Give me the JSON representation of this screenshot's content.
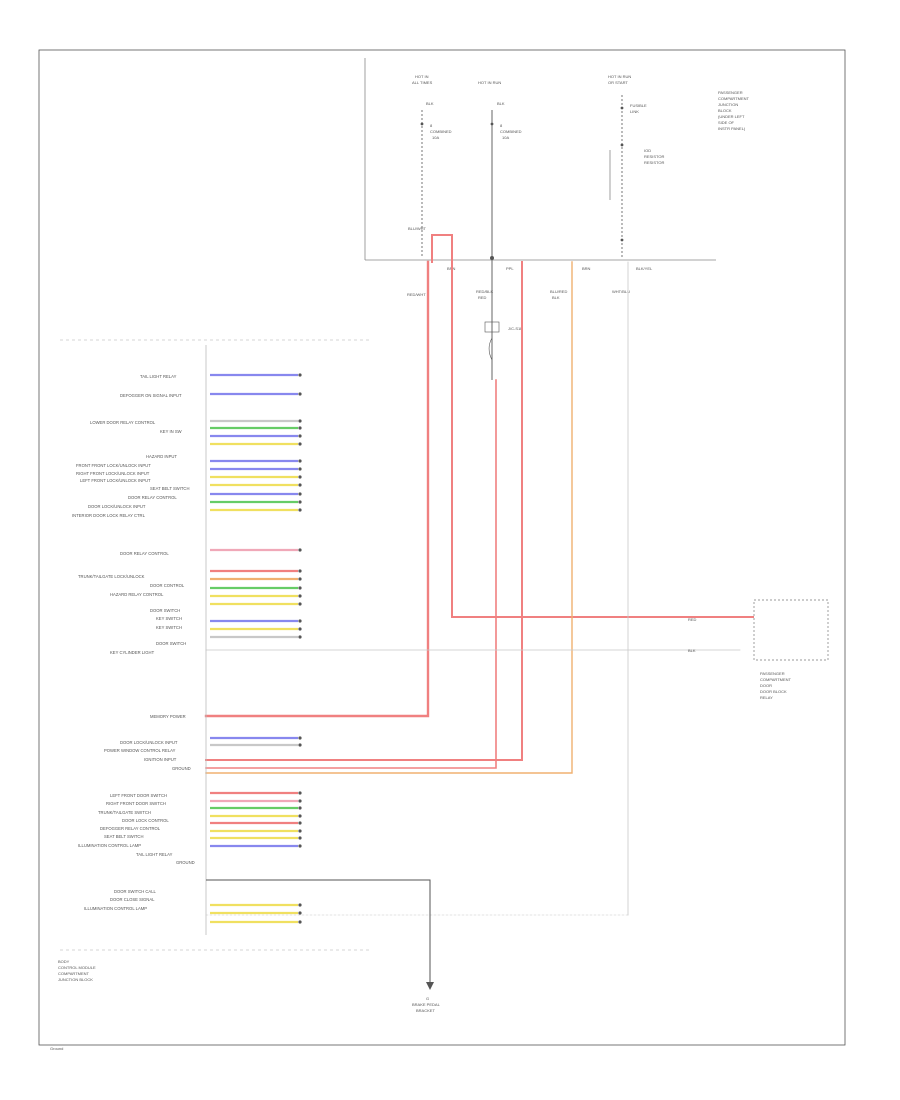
{
  "diagram": {
    "top_fuses": [
      {
        "title_1": "HOT IN",
        "title_2": "ALL TIMES",
        "wire": "BLK",
        "fuse_1": "8",
        "fuse_2": "COMBINED",
        "fuse_3": "10A"
      },
      {
        "title_1": "HOT IN RUN",
        "title_2": "",
        "wire": "BLK",
        "fuse_1": "8",
        "fuse_2": "COMBINED",
        "fuse_3": "10A"
      },
      {
        "title_1": "HOT IN RUN",
        "title_2": "OR START",
        "wire": "",
        "fuse_1": "FUSIBLE",
        "fuse_2": "LINK",
        "fuse_3": ""
      }
    ],
    "passenger_box": [
      "PASSENGER",
      "COMPARTMENT",
      "JUNCTION",
      "BLOCK",
      "(UNDER LEFT",
      "SIDE OF",
      "INSTR PANEL)"
    ],
    "iod_label": [
      "IOD",
      "RESISTOR",
      "RESISTOR"
    ],
    "top_wire_labels": [
      "BLU/WHT",
      "BRN",
      "PPL",
      "BRN",
      "BLK/YEL"
    ],
    "connector_labels": [
      "RED/WHT",
      "RED/BLK",
      "BLU/RED",
      "WHT/BLU"
    ],
    "lower_connector_labels": [
      "RED",
      "BLK"
    ],
    "joint_label": "J/C-S1B",
    "left_top_labels": [
      "TAIL LIGHT RELAY",
      "DEFOGGER ON SIGNAL INPUT"
    ],
    "group1_labels": [
      "LOWER DOOR RELAY CONTROL",
      "KEY IN SW",
      "HAZARD INPUT",
      "FRONT FRONT LOCK/UNLOCK INPUT",
      "RIGHT FRONT LOCK/UNLOCK INPUT",
      "LEFT FRONT LOCK/UNLOCK INPUT",
      "SEAT BELT SWITCH",
      "DOOR RELAY CONTROL",
      "DOOR LOCK/UNLOCK INPUT",
      "INTERIOR DOOR LOCK RELAY CTRL"
    ],
    "group2_labels": [
      "DOOR RELAY CONTROL",
      "TRUNK/TAILGATE LOCK/UNLOCK",
      "DOOR CONTROL",
      "HAZARD RELAY CONTROL",
      "DOOR SWITCH",
      "KEY SWITCH",
      "KEY SWITCH",
      "DOOR SWITCH",
      "KEY CYLINDER LIGHT"
    ],
    "group3_labels": [
      "MEMORY POWER",
      "DOOR LOCK/UNLOCK INPUT",
      "POWER WINDOW CONTROL RELAY",
      "IGNITION INPUT",
      "GROUND"
    ],
    "group4_labels": [
      "LEFT FRONT DOOR SWITCH",
      "RIGHT FRONT DOOR SWITCH",
      "TRUNK/TAILGATE SWITCH",
      "DOOR LOCK CONTROL",
      "DEFOGGER RELAY CONTROL",
      "SEAT BELT SWITCH",
      "ILLUMINATION CONTROL LAMP",
      "TAIL LIGHT RELAY",
      "GROUND"
    ],
    "group5_labels": [
      "DOOR SWITCH CALL",
      "DOOR CLOSE SIGNAL",
      "ILLUMINATION CONTROL LAMP"
    ],
    "wire_colors": {
      "red": "#f08080",
      "blue": "#8888ee",
      "green": "#66cc66",
      "yellow": "#f0e060",
      "orange": "#f0b070",
      "gray": "#c8c8c8",
      "pink": "#f0a8b8"
    },
    "right_component": {
      "title": [
        "PASSENGER",
        "COMPARTMENT",
        "DOOR",
        "DOOR BLOCK",
        "RELAY"
      ],
      "pins": [
        "RED",
        "BLK"
      ]
    },
    "ground": {
      "label": "G",
      "sub": [
        "BRAKE PEDAL",
        "BRACKET"
      ]
    },
    "bottom_note": [
      "BODY",
      "CONTROL MODULE",
      "COMPARTMENT",
      "JUNCTION BLOCK"
    ],
    "grounds_label": "Ground"
  }
}
